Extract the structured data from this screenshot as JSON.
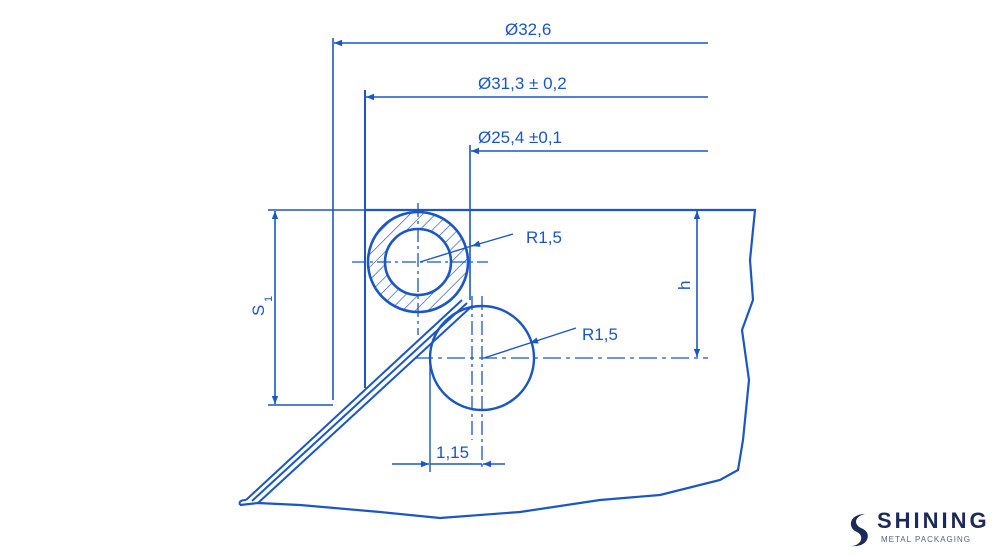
{
  "dimensions": {
    "outer_diameter": "Ø32,6",
    "curl_diameter": "Ø31,3 ± 0,2",
    "inner_diameter": "Ø25,4 ±0,1",
    "radius_upper": "R1,5",
    "radius_lower": "R1,5",
    "height_s1": "S",
    "height_s1_sub": "1",
    "height_h": "h",
    "offset": "1,15"
  },
  "logo": {
    "name": "SHINING",
    "tagline": "METAL PACKAGING"
  },
  "colors": {
    "line": "#1a56c4",
    "logo": "#1c2a5a"
  }
}
